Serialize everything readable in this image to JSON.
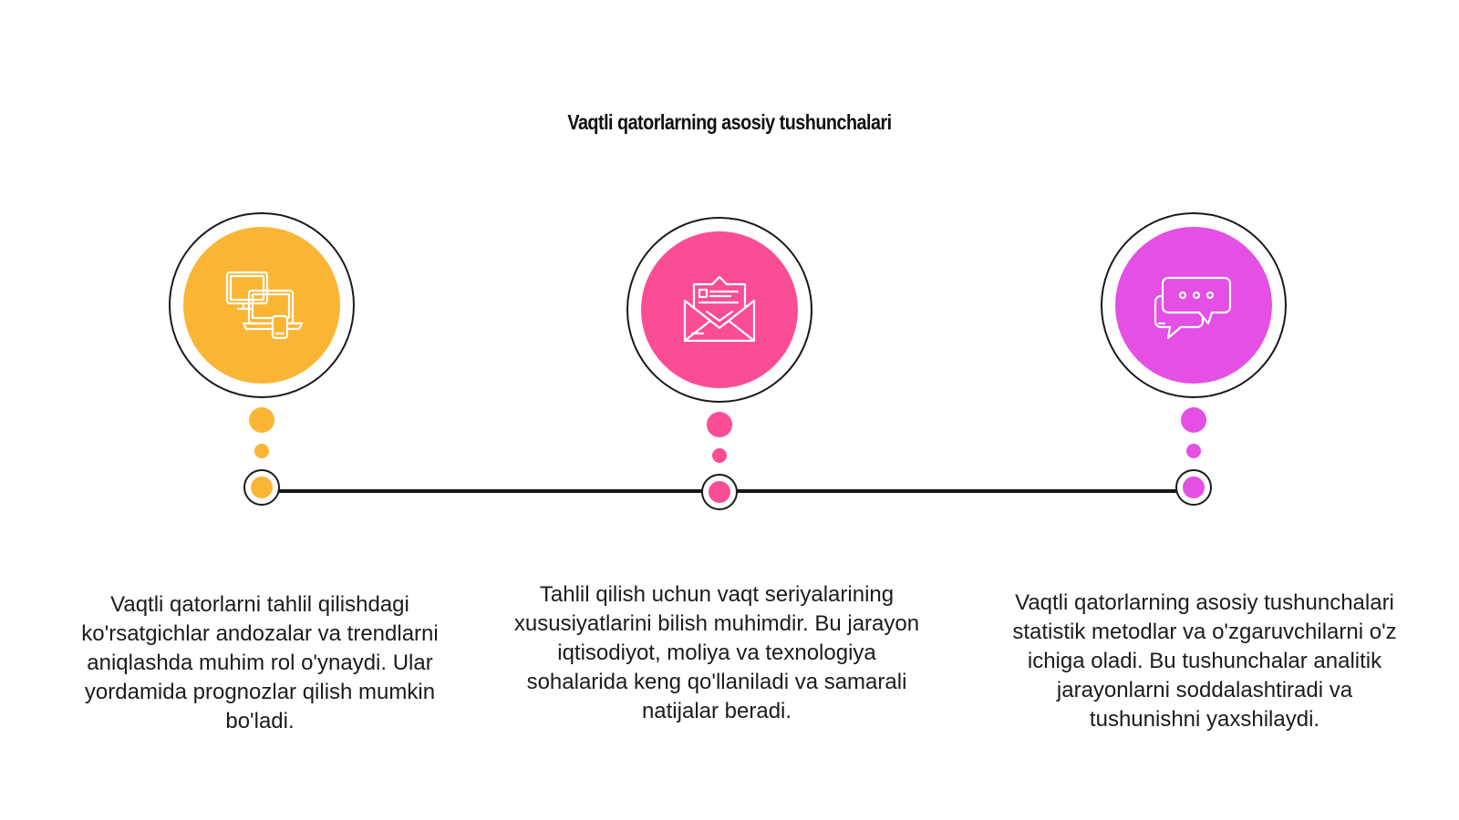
{
  "title": "Vaqtli qatorlarning asosiy tushunchalari",
  "colors": {
    "orange": "#FBB535",
    "pink": "#FB4C96",
    "magenta": "#E44FE4",
    "line": "#161616"
  },
  "items": [
    {
      "icon": "devices-icon",
      "color": "#FBB535",
      "text": "Vaqtli qatorlarni tahlil qilishdagi ko'rsatgichlar andozalar va trendlarni aniqlashda muhim rol o'ynaydi. Ular yordamida prognozlar qilish mumkin bo'ladi."
    },
    {
      "icon": "envelope-letter-icon",
      "color": "#FB4C96",
      "text": "Tahlil qilish uchun vaqt seriyalarining xususiyatlarini bilish muhimdir. Bu jarayon iqtisodiyot, moliya va texnologiya sohalarida keng qo'llaniladi va samarali natijalar beradi."
    },
    {
      "icon": "chat-bubbles-icon",
      "color": "#E44FE4",
      "text": "Vaqtli qatorlarning asosiy tushunchalari statistik metodlar va o'zgaruvchilarni o'z ichiga oladi. Bu tushunchalar analitik jarayonlarni soddalashtiradi va tushunishni yaxshilaydi."
    }
  ]
}
